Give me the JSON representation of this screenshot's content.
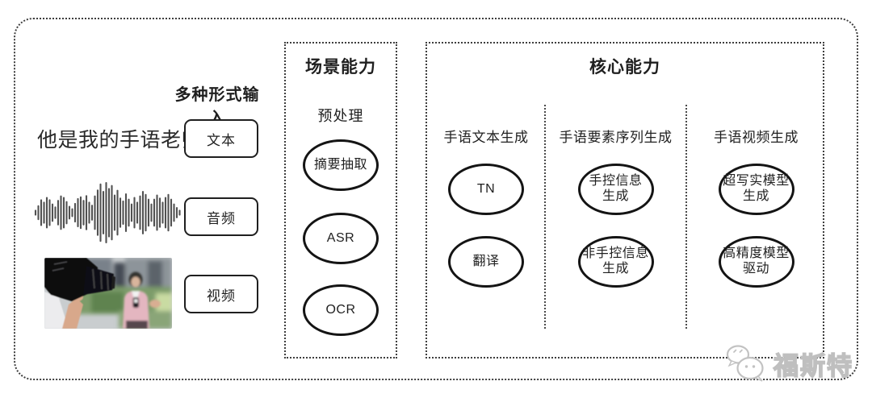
{
  "diagram": {
    "input_section": {
      "label": "多种形式输入",
      "text_example": "他是我的手语老师",
      "items": [
        {
          "label": "文本"
        },
        {
          "label": "音频"
        },
        {
          "label": "视频"
        }
      ]
    },
    "scene_box": {
      "title": "场景能力",
      "subtitle": "预处理",
      "nodes": [
        "摘要抽取",
        "ASR",
        "OCR"
      ]
    },
    "core_box": {
      "title": "核心能力",
      "columns": [
        {
          "header": "手语文本生成",
          "nodes": [
            "TN",
            "翻译"
          ]
        },
        {
          "header": "手语要素序列生成",
          "nodes": [
            "手控信息\n生成",
            "非手控信息\n生成"
          ]
        },
        {
          "header": "手语视频生成",
          "nodes": [
            "超写实模型\n生成",
            "高精度模型\n驱动"
          ]
        }
      ]
    },
    "watermark": {
      "text": "福斯特"
    },
    "colors": {
      "ink": "#1f1f1f",
      "dotted_border": "#3e3e3e",
      "watermark_gray": "#bfbfbf",
      "background": "#ffffff"
    }
  }
}
